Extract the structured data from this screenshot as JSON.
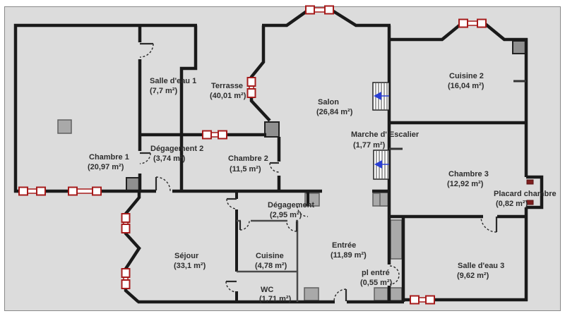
{
  "plan": {
    "type": "floor-plan",
    "unit": "m²",
    "rooms": [
      {
        "id": "salle-deau-1",
        "name": "Salle d'eau 1",
        "area": "(7,7 m²)"
      },
      {
        "id": "terrasse",
        "name": "Terrasse",
        "area": "(40,01 m²)"
      },
      {
        "id": "salon",
        "name": "Salon",
        "area": "(26,84 m²)"
      },
      {
        "id": "cuisine-2",
        "name": "Cuisine 2",
        "area": "(16,04 m²)"
      },
      {
        "id": "chambre-1",
        "name": "Chambre 1",
        "area": "(20,97 m²)"
      },
      {
        "id": "degagement-2",
        "name": "Dégagement 2",
        "area": "(3,74 m²)"
      },
      {
        "id": "chambre-2",
        "name": "Chambre 2",
        "area": "(11,5 m²)"
      },
      {
        "id": "marche-escalier",
        "name": "Marche d' Escalier",
        "area": "(1,77 m²)"
      },
      {
        "id": "chambre-3",
        "name": "Chambre 3",
        "area": "(12,92 m²)"
      },
      {
        "id": "placard-chambre",
        "name": "Placard chambre",
        "area": "(0,82 m²)"
      },
      {
        "id": "degagement",
        "name": "Dégagement",
        "area": "(2,95 m²)"
      },
      {
        "id": "sejour",
        "name": "Séjour",
        "area": "(33,1 m²)"
      },
      {
        "id": "cuisine",
        "name": "Cuisine",
        "area": "(4,78 m²)"
      },
      {
        "id": "entree",
        "name": "Entrée",
        "area": "(11,89 m²)"
      },
      {
        "id": "pl-entre",
        "name": "pl entré",
        "area": "(0,55 m²)"
      },
      {
        "id": "salle-deau-3",
        "name": "Salle d'eau 3",
        "area": "(9,62 m²)"
      },
      {
        "id": "wc",
        "name": "WC",
        "area": "(1,71 m²)"
      }
    ],
    "colors": {
      "background": "#dcdcdc",
      "wall": "#1a1a1a",
      "window_frame_red": "#a61b1b",
      "stairs_arrow_blue": "#2a3fd4",
      "pillar_gray": "#a9a9a9",
      "chimney_gray": "#8f8f8f",
      "label_text": "#2e2e2e"
    }
  }
}
